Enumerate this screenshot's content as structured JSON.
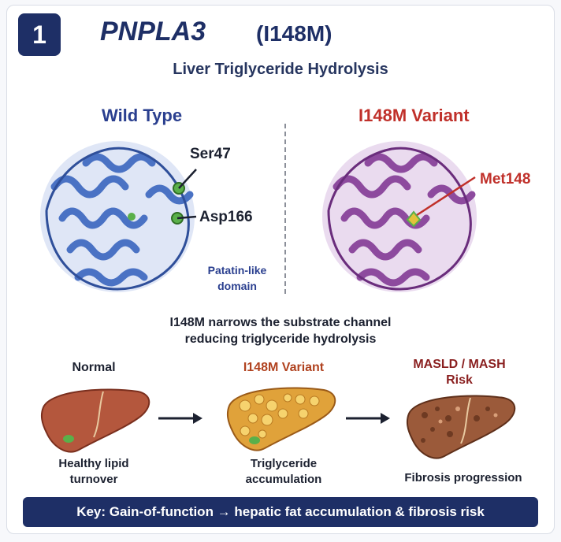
{
  "header": {
    "number": "1",
    "gene": "PNPLA3",
    "variant": "(I148M)",
    "subtitle": "Liver Triglyceride Hydrolysis"
  },
  "structures": {
    "wild_type": {
      "title": "Wild Type",
      "residue_1": "Ser47",
      "residue_2": "Asp166",
      "domain_line1": "Patatin-like",
      "domain_line2": "domain",
      "color": "#4a72c4"
    },
    "variant": {
      "title": "I148M Variant",
      "residue": "Met148",
      "color": "#8d4a9e"
    },
    "caption_line1": "I148M narrows the substrate channel",
    "caption_line2": "reducing triglyceride hydrolysis"
  },
  "progression": [
    {
      "title": "Normal",
      "caption_line1": "Healthy lipid",
      "caption_line2": "turnover",
      "title_color": "#1c2130"
    },
    {
      "title": "I148M Variant",
      "caption_line1": "Triglyceride",
      "caption_line2": "accumulation",
      "title_color": "#b0421f"
    },
    {
      "title_line1": "MASLD / MASH",
      "title_line2": "Risk",
      "caption_line1": "Fibrosis progression",
      "title_color": "#8a1f1f"
    }
  ],
  "key": "Key: Gain-of-function → hepatic fat accumulation & fibrosis risk"
}
